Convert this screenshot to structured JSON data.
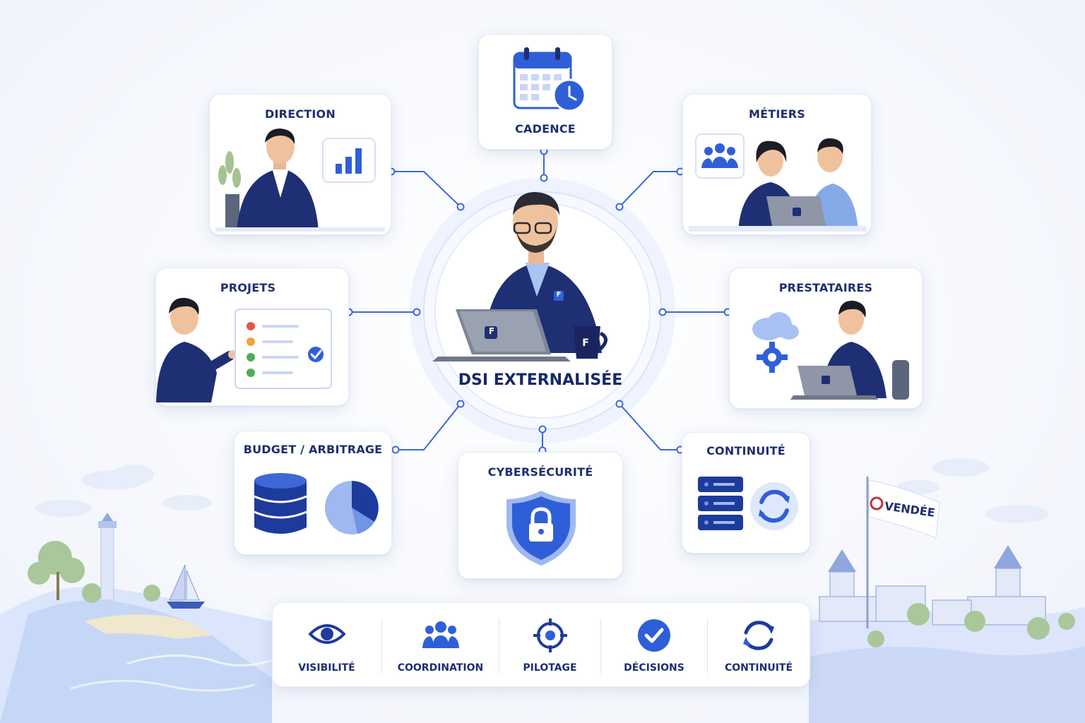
{
  "center": {
    "title": "DSI EXTERNALISÉE"
  },
  "cards": {
    "cadence": "CADENCE",
    "direction": "DIRECTION",
    "metiers": "MÉTIERS",
    "projets": "PROJETS",
    "prestataires": "PRESTATAIRES",
    "budget": "BUDGET / ARBITRAGE",
    "cybersecurite": "CYBERSÉCURITÉ",
    "continuite": "CONTINUITÉ"
  },
  "bottom_bar": [
    {
      "label": "VISIBILITÉ",
      "icon": "eye-icon"
    },
    {
      "label": "COORDINATION",
      "icon": "people-group-icon"
    },
    {
      "label": "PILOTAGE",
      "icon": "target-icon"
    },
    {
      "label": "DÉCISIONS",
      "icon": "check-circle-icon"
    },
    {
      "label": "CONTINUITÉ",
      "icon": "refresh-icon"
    }
  ],
  "flag": {
    "text": "VENDÉE"
  },
  "logo_letter": "F",
  "colors": {
    "navy": "#1d2f6f",
    "blue": "#2f5fd8",
    "light_blue": "#9fb8f0",
    "line": "#3d68d6"
  }
}
